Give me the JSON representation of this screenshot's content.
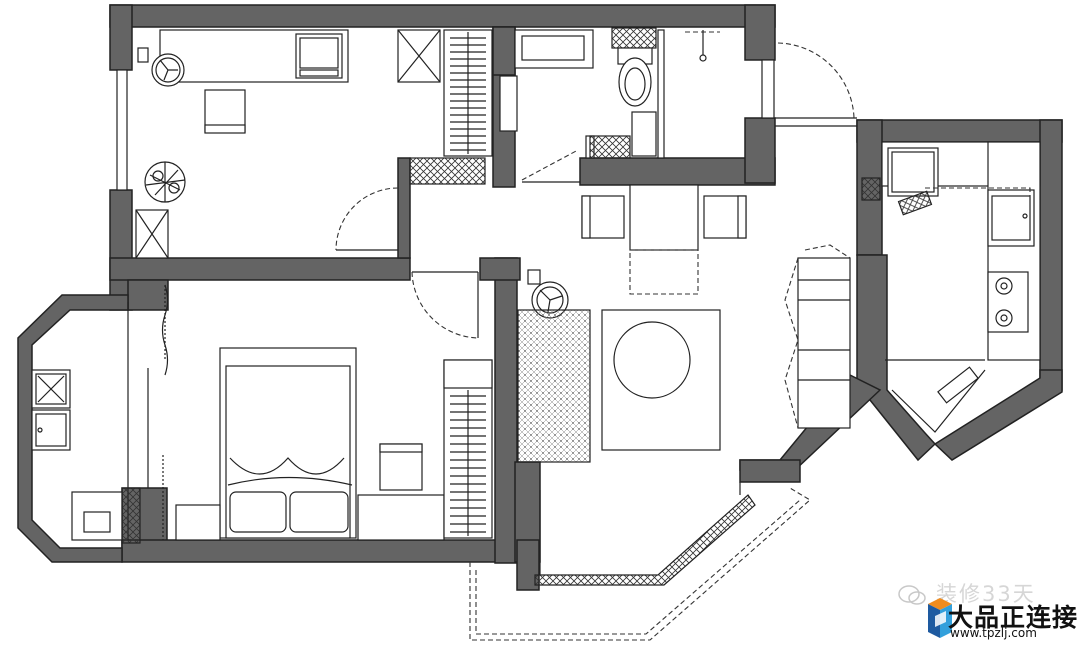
{
  "watermark": {
    "ghost_text": "装修33天",
    "brand_name": "大品正连接",
    "url": "www.tpzlj.com"
  },
  "colors": {
    "wall": "#646464",
    "line": "#222222",
    "logo_orange": "#f08c1e",
    "logo_blue": "#1e5aa0",
    "logo_cyan": "#32a0dc"
  },
  "icons": [
    "plant-icon",
    "swivel-chair-icon",
    "toilet-icon",
    "sink-icon",
    "shower-head-icon",
    "gas-hob-icon",
    "wechat-icon",
    "brand-cube-logo"
  ]
}
